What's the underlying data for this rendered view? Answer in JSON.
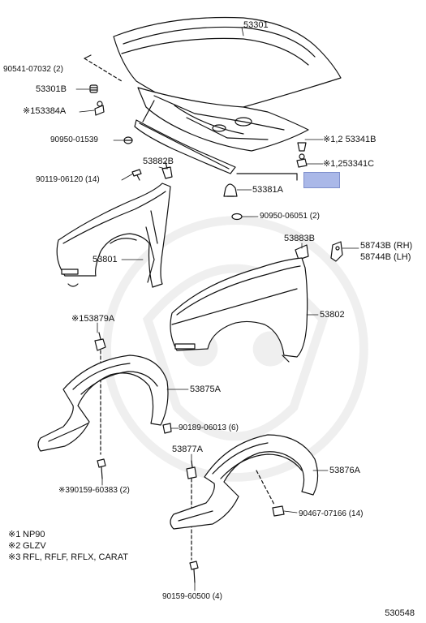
{
  "diagram_code": "530548",
  "labels": {
    "hood": "53301",
    "hood_support_rod": "90541-07032 (2)",
    "hood_bumper": "53301B",
    "hood_cushion": "※153384A",
    "grommet_left": "90950-01539",
    "hood_seal": "53882B",
    "bolt_fender": "90119-06120 (14)",
    "insulator_a": "※1,2 53341B",
    "insulator_b": "※1,253341C",
    "retainer": "53381A",
    "grommet_right": "90950-06051 (2)",
    "fender_seal_b": "53883B",
    "mudguard_rh": "58743B (RH)",
    "mudguard_lh": "58744B (LH)",
    "fender_rh": "53801",
    "fender_lh": "53802",
    "liner_clip": "※153879A",
    "liner_rh": "53875A",
    "clip_liner": "90189-06013 (6)",
    "screw_rh": "※390159-60383 (2)",
    "liner_clip_b": "53877A",
    "liner_lh": "53876A",
    "clip_lh": "90467-07166 (14)",
    "screw_lh": "90159-60500 (4)"
  },
  "legend": [
    {
      "mark": "※1",
      "text": "NP90"
    },
    {
      "mark": "※2",
      "text": "GLZV"
    },
    {
      "mark": "※3",
      "text": "RFL, RFLF, RFLX, CARAT"
    }
  ],
  "colors": {
    "line": "#111111",
    "highlight": "#aab8e8"
  }
}
